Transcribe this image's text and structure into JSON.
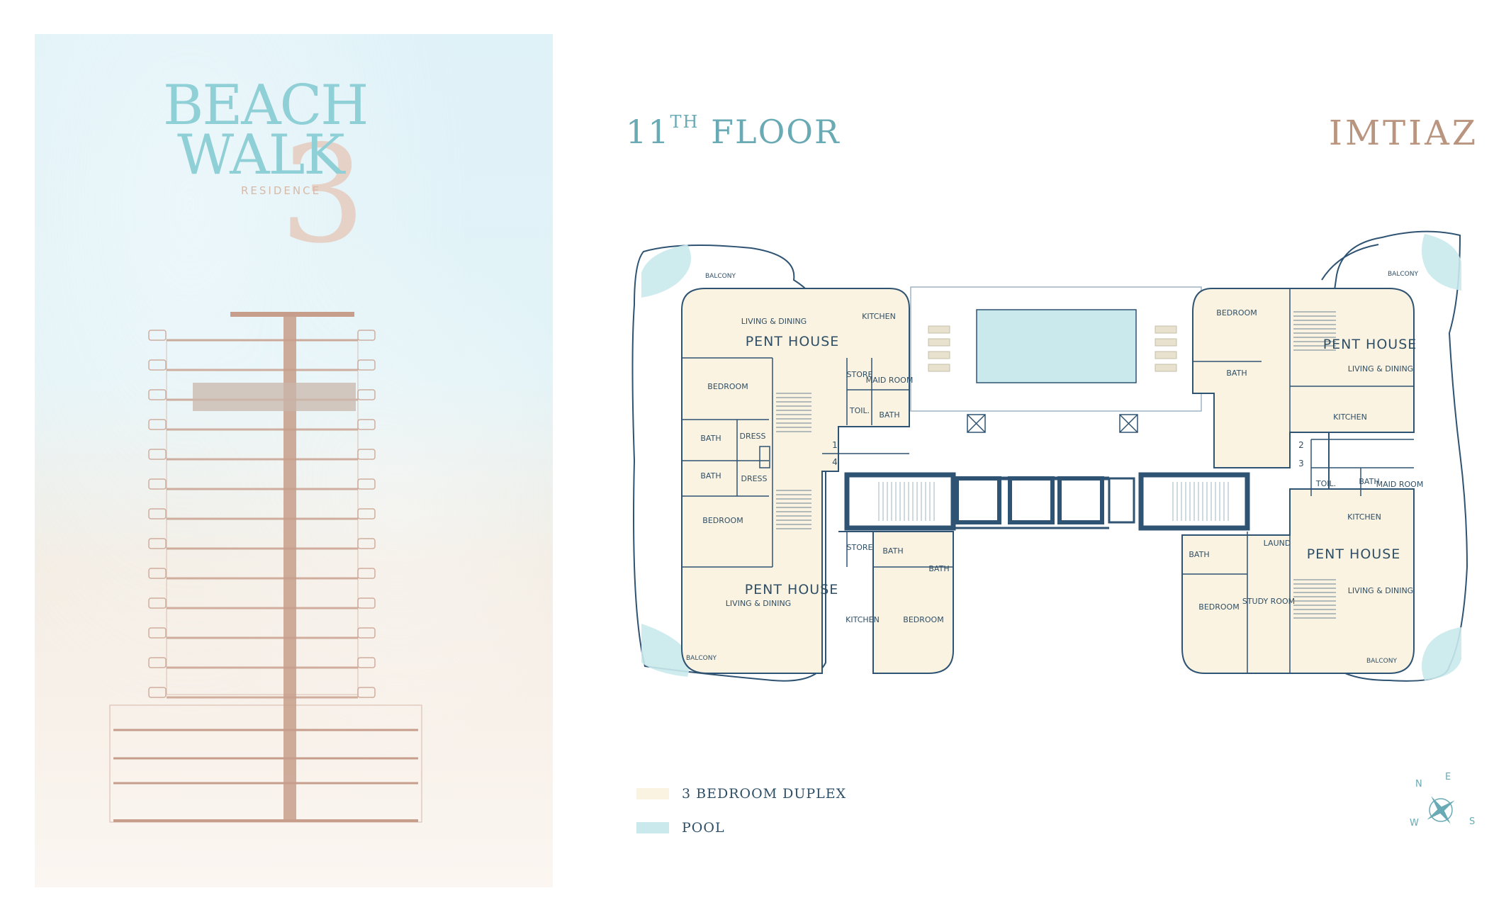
{
  "colors": {
    "duplex": "#fbf3e1",
    "pool": "#c9e9ec",
    "wall": "#2f5372",
    "accent_teal": "#6aaab4",
    "brand": "#b9957f",
    "building_line": "#c79d8b"
  },
  "logo": {
    "line1": "BEACH",
    "line2": "WALK",
    "numeral": "3",
    "sub": "RESIDENCE"
  },
  "floor_title": {
    "number": "11",
    "suffix": "TH",
    "word": "FLOOR"
  },
  "brand": "IMTIAZ",
  "plan": {
    "units": [
      {
        "name": "PENT HOUSE",
        "rooms": [
          "LIVING & DINING",
          "KITCHEN",
          "STORE",
          "MAID ROOM",
          "TOIL.",
          "BATH",
          "BEDROOM",
          "BATH",
          "DRESS",
          "BATH",
          "DRESS",
          "BEDROOM"
        ]
      },
      {
        "name": "PENT HOUSE",
        "rooms": [
          "LIVING & DINING",
          "KITCHEN",
          "STORE",
          "BATH",
          "BATH",
          "BEDROOM"
        ]
      },
      {
        "name": "PENT HOUSE",
        "rooms": [
          "BEDROOM",
          "BATH",
          "LIVING & DINING",
          "KITCHEN",
          "TOIL.",
          "BATH",
          "MAID ROOM"
        ]
      },
      {
        "name": "PENT HOUSE",
        "rooms": [
          "KITCHEN",
          "LAUND",
          "BATH",
          "BEDROOM",
          "STUDY ROOM",
          "LIVING & DINING"
        ]
      }
    ],
    "balcony": "BALCONY",
    "unit_numbers": [
      "1",
      "4",
      "2",
      "3"
    ]
  },
  "legend": [
    {
      "label": "3 BEDROOM DUPLEX",
      "color": "#fbf3e1"
    },
    {
      "label": "POOL",
      "color": "#c9e9ec"
    }
  ],
  "compass": {
    "n": "N",
    "e": "E",
    "s": "S",
    "w": "W"
  }
}
